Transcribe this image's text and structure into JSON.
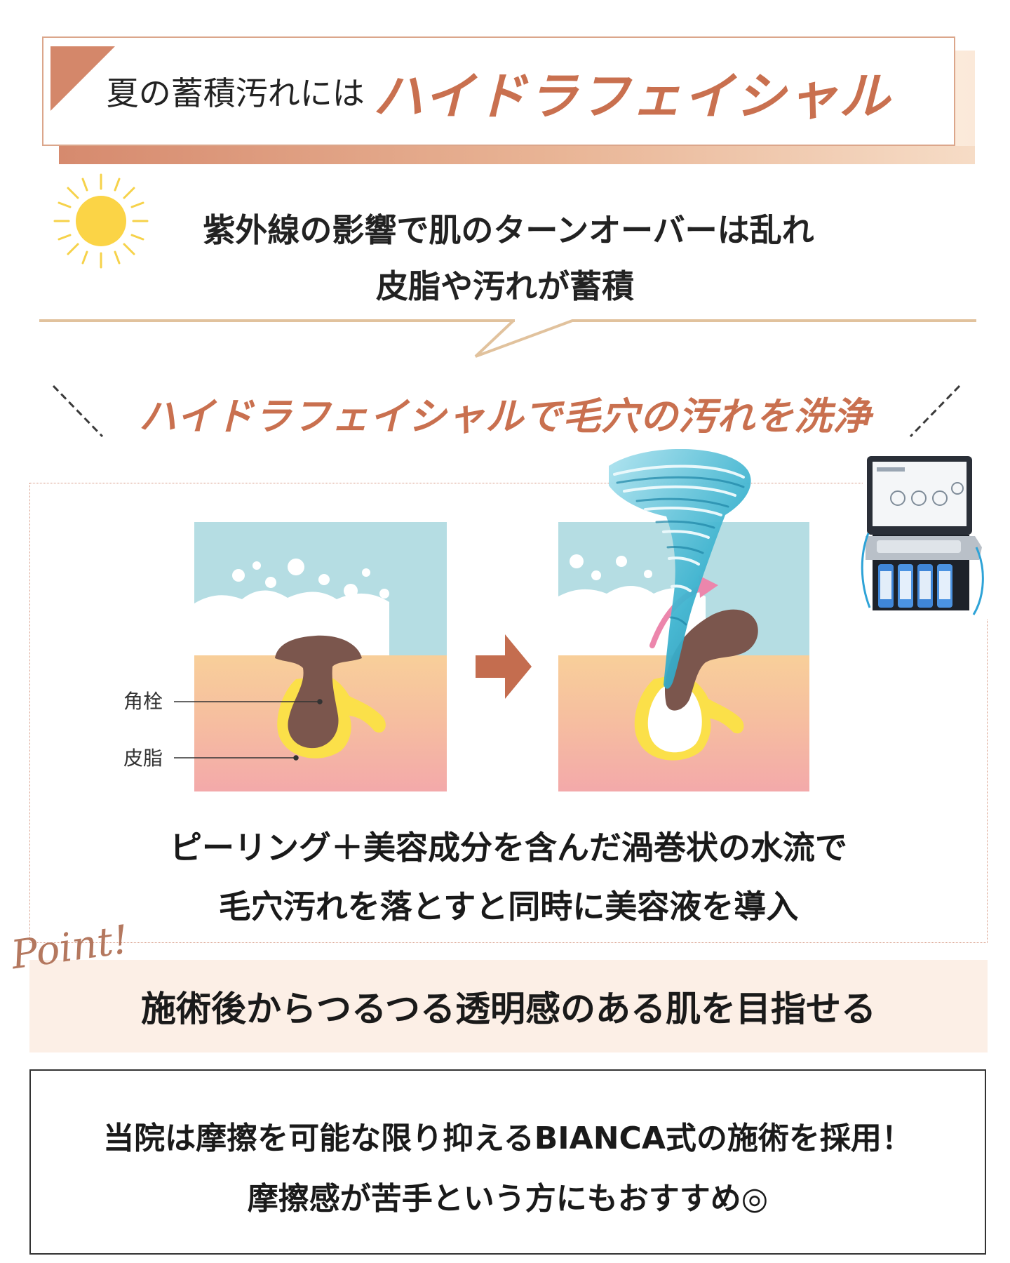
{
  "title": {
    "lead": "夏の蓄積汚れには",
    "emphasis": "ハイドラフェイシャル"
  },
  "intro": {
    "line1": "紫外線の影響で肌のターンオーバーは乱れ",
    "line2": "皮脂や汚れが蓄積"
  },
  "subheading": "ハイドラフェイシャルで毛穴の汚れを洗浄",
  "diagram": {
    "labels": {
      "keratin_plug": "角栓",
      "sebum": "皮脂"
    },
    "colors": {
      "sky": "#b5dde3",
      "skin_top": "#f8cf9a",
      "skin_bottom": "#f3a9aa",
      "plug": "#7b564d",
      "sebum": "#fbe049",
      "arrow": "#c46d4f",
      "swirl_arrow": "#ec86ac",
      "tornado": "#3db3cf"
    }
  },
  "explanation": {
    "line1": "ピーリング＋美容成分を含んだ渦巻状の水流で",
    "line2": "毛穴汚れを落とすと同時に美容液を導入"
  },
  "point": {
    "script": "Point!",
    "text": "施術後からつるつる透明感のある肌を目指せる"
  },
  "notice": {
    "line1": "当院は摩擦を可能な限り抑えるBIANCA式の施術を採用！",
    "line2": "摩擦感が苦手という方にもおすすめ◎"
  },
  "theme": {
    "accent": "#c9704f",
    "accent_light": "#f6dcc6",
    "point_band": "#fcefe6"
  },
  "icons": [
    "sun-icon",
    "tornado-icon",
    "arrow-right-icon",
    "hydrafacial-machine-icon"
  ]
}
